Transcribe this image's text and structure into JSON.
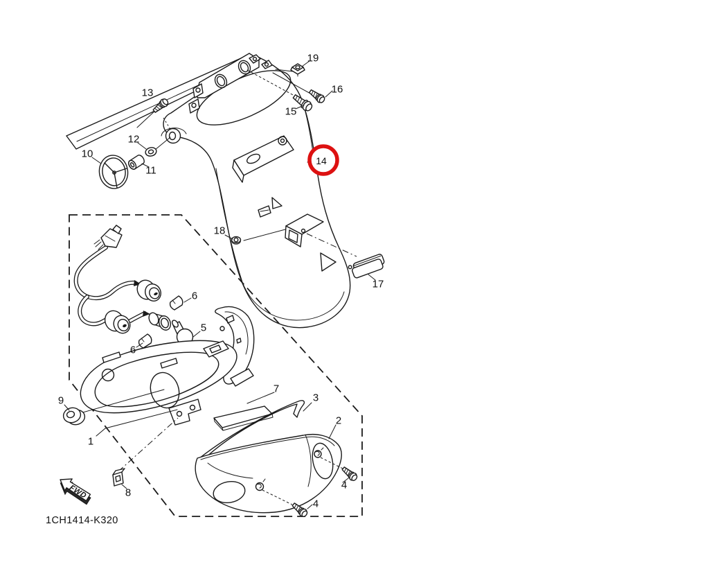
{
  "colors": {
    "line": "#1a1a1a",
    "background": "#ffffff"
  },
  "highlight": {
    "part_label": "14",
    "color": "#dd1111"
  },
  "part_code": "1CH1414-K320",
  "fwd_label": "FWD",
  "labels": {
    "p1": "1",
    "p2": "2",
    "p3": "3",
    "p4a": "4",
    "p4b": "4",
    "p5": "5",
    "p6a": "6",
    "p6b": "6",
    "p7": "7",
    "p8": "8",
    "p9": "9",
    "p10": "10",
    "p11": "11",
    "p12": "12",
    "p13": "13",
    "p15": "15",
    "p16": "16",
    "p17": "17",
    "p18": "18",
    "p19": "19"
  }
}
